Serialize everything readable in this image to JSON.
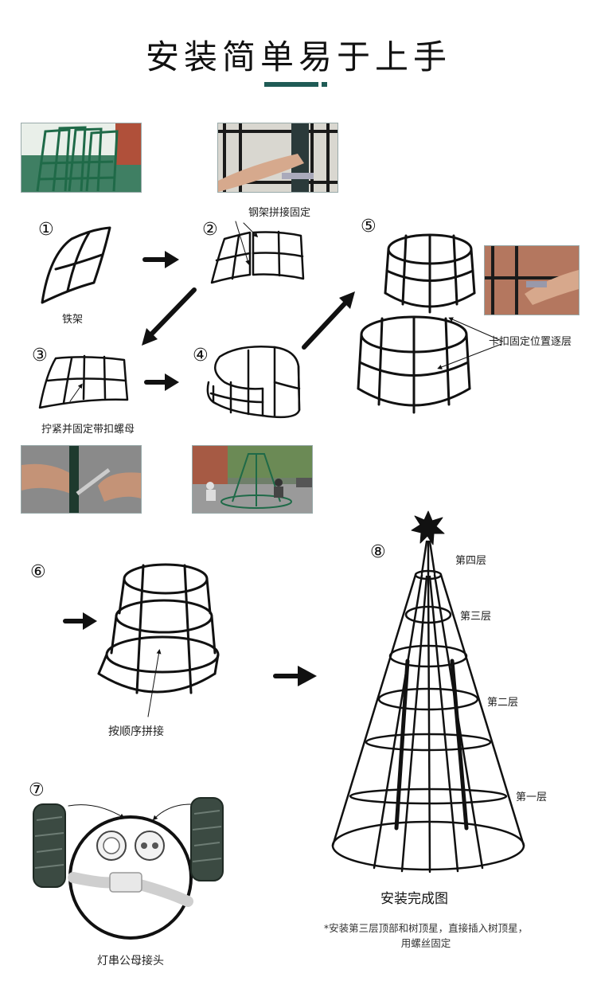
{
  "title": "安装简单易于上手",
  "labels": {
    "steel_join": "钢架拼接固定",
    "iron_frame": "铁架",
    "tighten": "拧紧并固定带扣螺母",
    "clip_fix": "卡扣固定位置逐层",
    "assemble_order": "按顺序拼接",
    "layer4": "第四层",
    "layer3": "第三层",
    "layer2": "第二层",
    "layer1": "第一层",
    "connector": "灯串公母接头",
    "complete": "安装完成图",
    "note_line1": "*安装第三层顶部和树顶星，直接插入树顶星，",
    "note_line2": "用螺丝固定"
  },
  "steps": [
    "①",
    "②",
    "③",
    "④",
    "⑤",
    "⑥",
    "⑦",
    "⑧"
  ],
  "colors": {
    "accent": "#1f5b55",
    "frame_green": "#2f7a57",
    "line": "#111111"
  }
}
